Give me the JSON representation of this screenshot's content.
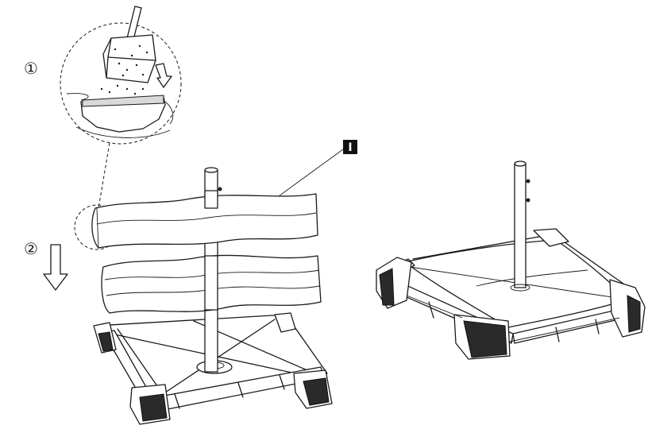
{
  "steps": {
    "step1": "①",
    "step2": "②"
  },
  "part_label": "I"
}
